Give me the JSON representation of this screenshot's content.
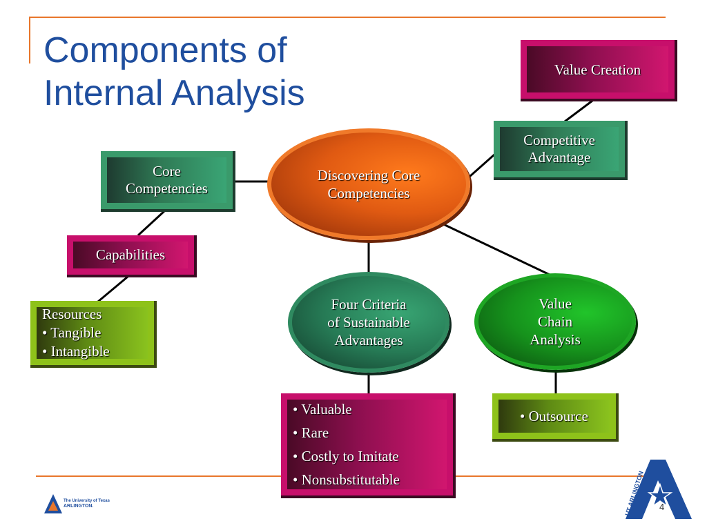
{
  "slide": {
    "title_lines": [
      "Components of",
      "Internal Analysis"
    ],
    "page_number": "4"
  },
  "diagram": {
    "center": [
      "Discovering Core",
      "Competencies"
    ],
    "core_competencies": [
      "Core",
      "Competencies"
    ],
    "capabilities": "Capabilities",
    "resources": {
      "heading": "Resources",
      "items": [
        "•  Tangible",
        "•  Intangible"
      ]
    },
    "competitive_advantage": [
      "Competitive",
      "Advantage"
    ],
    "value_creation": "Value Creation",
    "four_criteria": [
      "Four Criteria",
      "of Sustainable",
      "Advantages"
    ],
    "criteria_items": [
      "• Valuable",
      "• Rare",
      "• Costly to Imitate",
      "• Nonsubstitutable"
    ],
    "value_chain": [
      "Value",
      "Chain",
      "Analysis"
    ],
    "outsource": "• Outsource"
  },
  "logos": {
    "left_logo_text": [
      "The University of Texas",
      "ARLINGTON."
    ],
    "right_logo_text": "UT ARLINGTON"
  },
  "colors": {
    "accent_orange": "#e8762b",
    "title_blue": "#1f4e9e",
    "magenta": "#c70f6b",
    "teal_green": "#3a9a6b",
    "lime": "#8ec21a"
  }
}
